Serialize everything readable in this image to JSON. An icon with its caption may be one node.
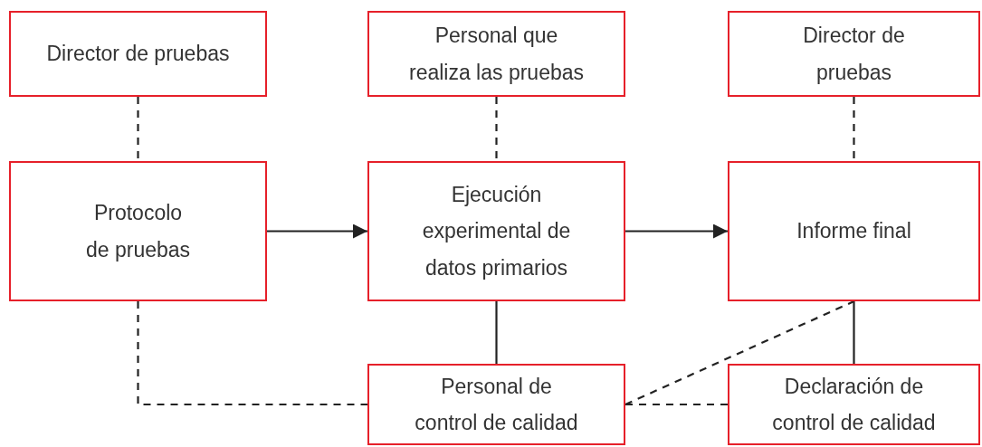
{
  "diagram": {
    "nodes": [
      {
        "text": [
          "Director de pruebas"
        ]
      },
      {
        "text": [
          "Personal que realiza las pruebas"
        ]
      },
      {
        "text": [
          "Director de pruebas"
        ]
      },
      {
        "text": [
          "Protocolo de pruebas"
        ]
      },
      {
        "text": [
          "Ejecución experimental de datos primarios"
        ]
      },
      {
        "text": [
          "Informe final"
        ]
      },
      {
        "text": [
          "Personal de control de calidad"
        ]
      },
      {
        "text": [
          "Declaración de control de calidad"
        ]
      }
    ],
    "edges": [
      {
        "from": 0,
        "to": 3,
        "arrow": "none",
        "style": "dashed"
      },
      {
        "from": 1,
        "to": 4,
        "arrow": "none",
        "style": "dashed"
      },
      {
        "from": 2,
        "to": 5,
        "arrow": "none",
        "style": "dashed"
      },
      {
        "from": 3,
        "to": 4,
        "arrow": "to"
      },
      {
        "from": 4,
        "to": 5,
        "arrow": "to"
      },
      {
        "from": 4,
        "to": 6,
        "arrow": "none"
      },
      {
        "from": 5,
        "to": 7,
        "arrow": "none"
      },
      {
        "from": 3,
        "to": 6,
        "arrow": "none",
        "style": "dashed"
      },
      {
        "from": 6,
        "to": 7,
        "arrow": "none",
        "style": "dashed"
      },
      {
        "from": 6,
        "to": 5,
        "arrow": "none",
        "style": "dashed"
      }
    ]
  }
}
